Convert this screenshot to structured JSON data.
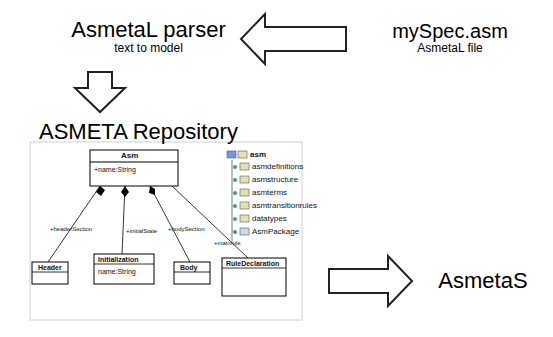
{
  "diagram": {
    "nodes": [
      {
        "text": [
          "AsmetaL parser",
          "text to model"
        ]
      },
      {
        "text": [
          "mySpec.asm",
          "AsmetaL file"
        ]
      },
      {
        "text": [
          "ASMETA Repository"
        ]
      },
      {
        "text": [
          "AsmetaS"
        ]
      }
    ],
    "edges": [
      {
        "from": 1,
        "to": 0,
        "arrow": "to"
      },
      {
        "from": 0,
        "to": 2,
        "arrow": "to"
      },
      {
        "from": 2,
        "to": 3,
        "arrow": "to"
      }
    ],
    "labels": [
      "Asm",
      "+name:String",
      "Header",
      "Initialization",
      "name:String",
      "Body",
      "RuleDeclaration",
      "+headerSection",
      "+initialState",
      "+bodySection",
      "+mainrule",
      "asm",
      "asmdefinitions",
      "asmstructure",
      "asmterms",
      "asmtransitionrules",
      "datatypes",
      "AsmPackage"
    ]
  }
}
